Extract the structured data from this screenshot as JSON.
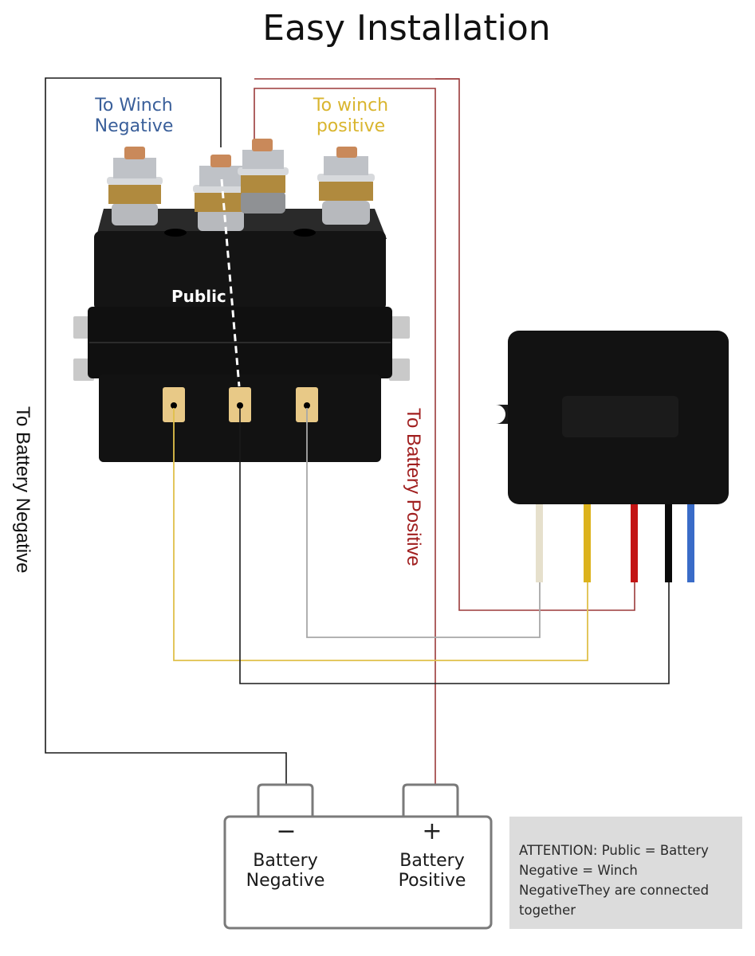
{
  "title": "Easy Installation",
  "labels": {
    "to_winch_negative": [
      "To Winch",
      "Negative"
    ],
    "to_winch_positive": [
      "To winch",
      "positive"
    ],
    "to_battery_negative": "To Battery Negative",
    "to_battery_positive": "To Battery Positive",
    "public": "Public"
  },
  "battery": {
    "negative": {
      "sign": "−",
      "label_line1": "Battery",
      "label_line2": "Negative"
    },
    "positive": {
      "sign": "+",
      "label_line1": "Battery",
      "label_line2": "Positive"
    }
  },
  "attention_note": "ATTENTION: Public = Battery Negative = Winch NegativeThey are connected together",
  "components": {
    "solenoid": {
      "name": "winch solenoid contactor",
      "top_terminals": 4,
      "bottom_spade_terminals": 3
    },
    "receiver": {
      "name": "wireless remote control receiver",
      "wire_colors": [
        "cream",
        "yellow",
        "red",
        "black",
        "blue"
      ]
    }
  },
  "colors": {
    "battery_negative_wire": "#1a1a1a",
    "battery_positive_wire": "#9b3a3a",
    "winch_negative_text": "#3a5f9a",
    "winch_positive_text": "#d9b52e",
    "battery_positive_text": "#a01e1e",
    "wire_cream": "#e6e0cc",
    "wire_yellow": "#dcb21c",
    "wire_red": "#c31414",
    "wire_black": "#0a0a0a",
    "wire_blue": "#3a6cc8",
    "wire_gray": "#a8a8a8",
    "wire_gold": "#e0c04a",
    "attention_bg": "#dcdcdc"
  }
}
